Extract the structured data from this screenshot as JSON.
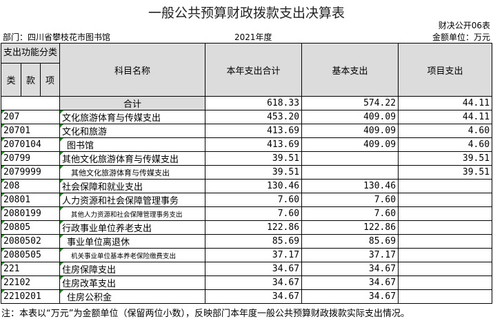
{
  "title": "一般公共预算财政拨款支出决算表",
  "form_code": "财决公开06表",
  "dept": "部门：四川省攀枝花市图书馆",
  "year": "2021年度",
  "unit": "金额单位：万元",
  "headers": {
    "func_class": "支出功能分类",
    "lei": "类",
    "kuan": "款",
    "xiang": "项",
    "subject": "科目名称",
    "total": "本年支出合计",
    "basic": "基本支出",
    "project": "项目支出"
  },
  "sum_row": {
    "label": "合计",
    "total": "618.33",
    "basic": "574.22",
    "project": "44.11"
  },
  "rows": [
    {
      "code": "207",
      "name": "文化旅游体育与传媒支出",
      "total": "453.20",
      "basic": "409.09",
      "project": "44.11"
    },
    {
      "code": "20701",
      "name": "文化和旅游",
      "total": "413.69",
      "basic": "409.09",
      "project": "4.60"
    },
    {
      "code": "2070104",
      "name": "图书馆",
      "total": "413.69",
      "basic": "409.09",
      "project": "4.60"
    },
    {
      "code": "20799",
      "name": "其他文化旅游体育与传媒支出",
      "total": "39.51",
      "basic": "",
      "project": "39.51"
    },
    {
      "code": "2079999",
      "name": "其他文化旅游体育与传媒支出",
      "total": "39.51",
      "basic": "",
      "project": "39.51"
    },
    {
      "code": "208",
      "name": "社会保障和就业支出",
      "total": "130.46",
      "basic": "130.46",
      "project": ""
    },
    {
      "code": "20801",
      "name": "人力资源和社会保障管理事务",
      "total": "7.60",
      "basic": "7.60",
      "project": ""
    },
    {
      "code": "2080199",
      "name": "其他人力资源和社会保障管理事务支出",
      "total": "7.60",
      "basic": "7.60",
      "project": ""
    },
    {
      "code": "20805",
      "name": "行政事业单位养老支出",
      "total": "122.86",
      "basic": "122.86",
      "project": ""
    },
    {
      "code": "2080502",
      "name": "事业单位离退休",
      "total": "85.69",
      "basic": "85.69",
      "project": ""
    },
    {
      "code": "2080505",
      "name": "机关事业单位基本养老保险缴费支出",
      "total": "37.17",
      "basic": "37.17",
      "project": ""
    },
    {
      "code": "221",
      "name": "住房保障支出",
      "total": "34.67",
      "basic": "34.67",
      "project": ""
    },
    {
      "code": "22102",
      "name": "住房改革支出",
      "total": "34.67",
      "basic": "34.67",
      "project": ""
    },
    {
      "code": "2210201",
      "name": "住房公积金",
      "total": "34.67",
      "basic": "34.67",
      "project": ""
    }
  ],
  "footnote": "注：本表以“万元”为金额单位（保留两位小数），反映部门本年度一般公共预算财政拨款实际支出情况。"
}
